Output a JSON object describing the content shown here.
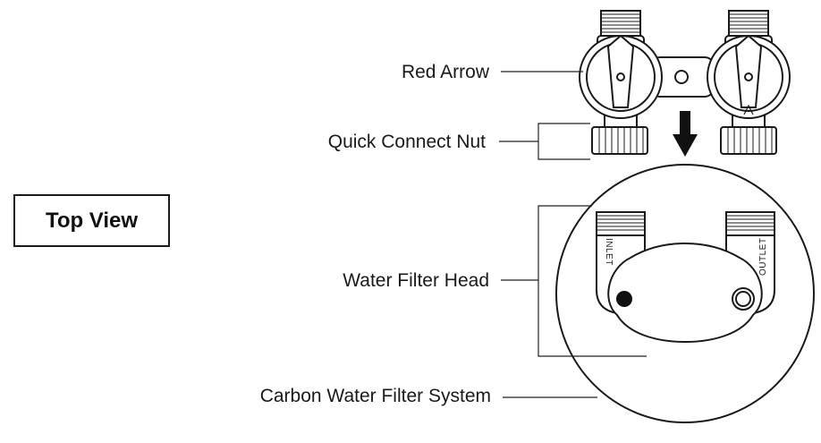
{
  "diagram": {
    "view_title": "Top View",
    "labels": {
      "red_arrow": "Red Arrow",
      "quick_connect_nut": "Quick Connect Nut",
      "water_filter_head": "Water Filter Head",
      "carbon_system": "Carbon Water Filter System"
    },
    "ports": {
      "inlet": "INLET",
      "outlet": "OUTLET"
    }
  }
}
